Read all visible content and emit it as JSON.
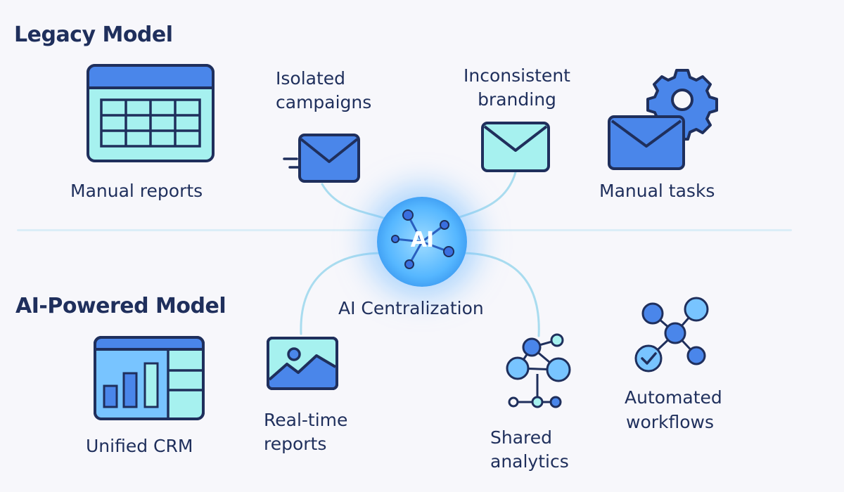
{
  "sections": {
    "legacy_title": "Legacy Model",
    "ai_title": "AI-Powered Model"
  },
  "hub": {
    "label": "AI",
    "caption": "AI Centralization"
  },
  "legacy_items": {
    "manual_reports": "Manual reports",
    "isolated_campaigns_line1": "Isolated",
    "isolated_campaigns_line2": "campaigns",
    "inconsistent_branding_line1": "Inconsistent",
    "inconsistent_branding_line2": "branding",
    "manual_tasks": "Manual tasks"
  },
  "ai_items": {
    "unified_crm": "Unified CRM",
    "realtime_reports_line1": "Real-time",
    "realtime_reports_line2": "reports",
    "shared_analytics_line1": "Shared",
    "shared_analytics_line2": "analytics",
    "automated_workflows_line1": "Automated",
    "automated_workflows_line2": "workflows"
  },
  "colors": {
    "navy": "#1f2f5c",
    "light_cyan": "#9ef0ee",
    "blue": "#4a86ea",
    "sky": "#78c4ff",
    "connector": "#a9dcef",
    "background": "#f7f7fb"
  },
  "icons": [
    "spreadsheet-icon",
    "email-fast-icon",
    "envelope-icon",
    "envelope-gear-icon",
    "crm-chart-icon",
    "image-report-icon",
    "network-analytics-icon",
    "workflow-check-icon"
  ]
}
